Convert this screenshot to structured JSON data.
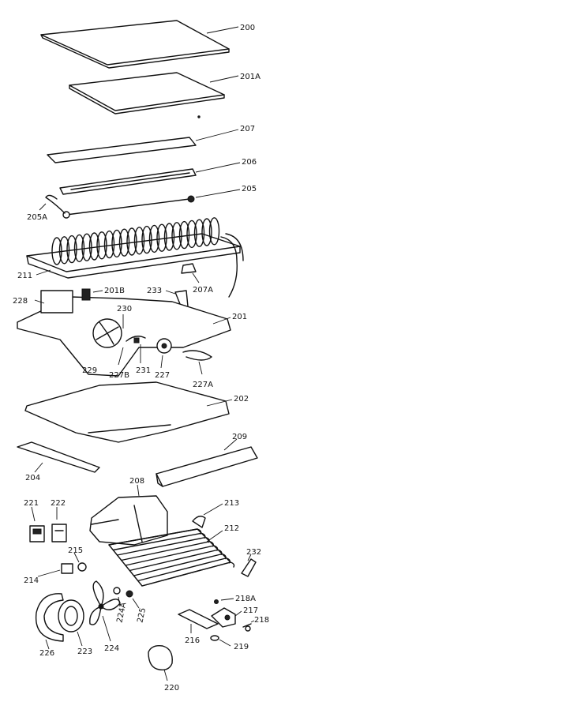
{
  "diagram": {
    "labels": {
      "200": "200",
      "201A": "201A",
      "207": "207",
      "206": "206",
      "205": "205",
      "205A": "205A",
      "211": "211",
      "207A": "207A",
      "233": "233",
      "228": "228",
      "201B": "201B",
      "230": "230",
      "201": "201",
      "229": "229",
      "227B": "227B",
      "231": "231",
      "227": "227",
      "227A": "227A",
      "202": "202",
      "209": "209",
      "204": "204",
      "208": "208",
      "221": "221",
      "222": "222",
      "213": "213",
      "212": "212",
      "215": "215",
      "232": "232",
      "214": "214",
      "218A": "218A",
      "224A": "224A",
      "225": "225",
      "217": "217",
      "218": "218",
      "226": "226",
      "223": "223",
      "224": "224",
      "216": "216",
      "219": "219",
      "220": "220"
    }
  }
}
